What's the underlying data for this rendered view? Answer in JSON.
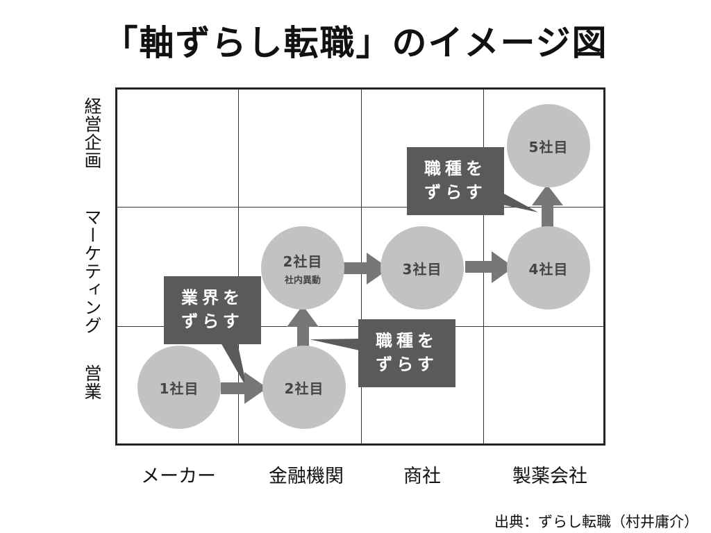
{
  "title": "「軸ずらし転職」のイメージ図",
  "y_axis": [
    "経営企画",
    "マーケティング",
    "営業"
  ],
  "x_axis": [
    "メーカー",
    "金融機関",
    "商社",
    "製薬会社"
  ],
  "companies": [
    {
      "label": "1社目",
      "sub": ""
    },
    {
      "label": "2社目",
      "sub": ""
    },
    {
      "label": "2社目",
      "sub": "社内異動"
    },
    {
      "label": "3社目",
      "sub": ""
    },
    {
      "label": "4社目",
      "sub": ""
    },
    {
      "label": "5社目",
      "sub": ""
    }
  ],
  "callouts": [
    {
      "line1": "業界を",
      "line2": "ずらす"
    },
    {
      "line1": "職種を",
      "line2": "ずらす"
    },
    {
      "line1": "職種を",
      "line2": "ずらす"
    }
  ],
  "colors": {
    "circle": "#c2c2c2",
    "arrow": "#777777",
    "callout": "#5a5a5a"
  },
  "source": "出典：ずらし転職（村井庸介）"
}
